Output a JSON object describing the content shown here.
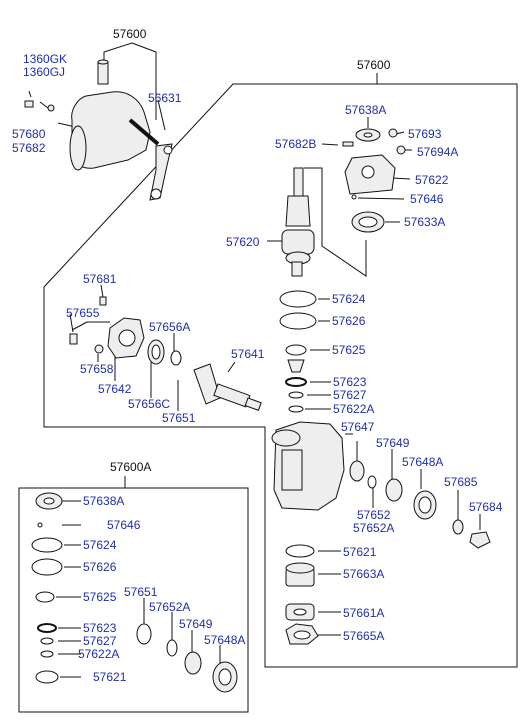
{
  "colors": {
    "label_blue": "#1f2fa8",
    "line": "#111111",
    "part_fill": "#eeeeee"
  },
  "labels": {
    "assy_top": "57600",
    "assy_main": "57600",
    "kit": "57600A",
    "p1360GK": "1360GK",
    "p1360GJ": "1360GJ",
    "p56631": "56631",
    "p57680": "57680",
    "p57682": "57682",
    "p57638A": "57638A",
    "p57682B": "57682B",
    "p57693": "57693",
    "p57694A": "57694A",
    "p57622": "57622",
    "p57646": "57646",
    "p57633A": "57633A",
    "p57620": "57620",
    "p57624": "57624",
    "p57626": "57626",
    "p57625": "57625",
    "p57623": "57623",
    "p57627": "57627",
    "p57622A": "57622A",
    "p57681": "57681",
    "p57655": "57655",
    "p57656A": "57656A",
    "p57641": "57641",
    "p57658": "57658",
    "p57642": "57642",
    "p57656C": "57656C",
    "p57651": "57651",
    "p57647": "57647",
    "p57649": "57649",
    "p57648A": "57648A",
    "p57685": "57685",
    "p57684": "57684",
    "p57652": "57652",
    "p57652A": "57652A",
    "p57621": "57621",
    "p57663A": "57663A",
    "p57661A": "57661A",
    "p57665A": "57665A",
    "k57638A": "57638A",
    "k57646": "57646",
    "k57624": "57624",
    "k57626": "57626",
    "k57625": "57625",
    "k57651": "57651",
    "k57652A": "57652A",
    "k57649": "57649",
    "k57648A": "57648A",
    "k57623": "57623",
    "k57627": "57627",
    "k57622A": "57622A",
    "k57621": "57621"
  }
}
